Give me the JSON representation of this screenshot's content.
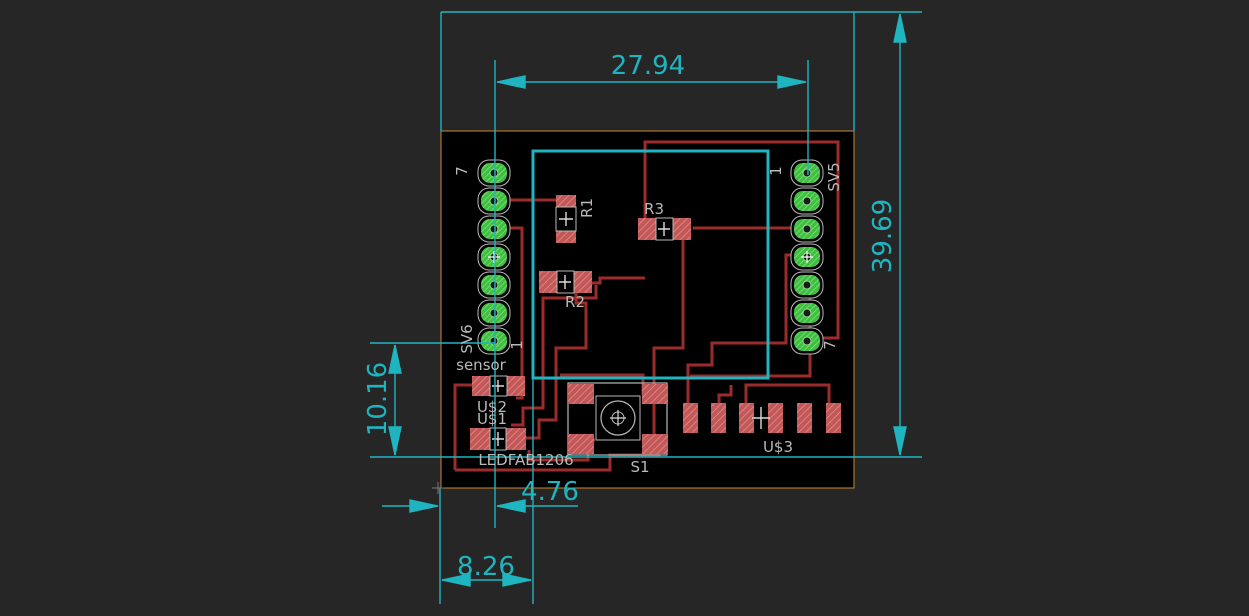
{
  "dimensions": {
    "width_top": "27.94",
    "height_right": "39.69",
    "height_left": "10.16",
    "offset_small": "4.76",
    "width_bottom": "8.26"
  },
  "components": {
    "r1": "R1",
    "r2": "R2",
    "r3": "R3",
    "sv5": "SV5",
    "sv6": "SV6",
    "sensor": "sensor",
    "us2": "U$2",
    "us1": "U$1",
    "ledfab": "LEDFAB1206",
    "s1": "S1",
    "us3": "U$3"
  },
  "pin_labels": {
    "sv6_top": "7",
    "sv6_bottom": "1",
    "sv5_top": "1",
    "sv5_bottom": "7"
  },
  "colors": {
    "background": "#262626",
    "board": "#000000",
    "outline": "#c98a2e",
    "dimension": "#1fb5c0",
    "trace": "#9e2b2b",
    "pad": "#c25858",
    "pin": "#3fbf3f",
    "silk": "#b9b9b9"
  }
}
